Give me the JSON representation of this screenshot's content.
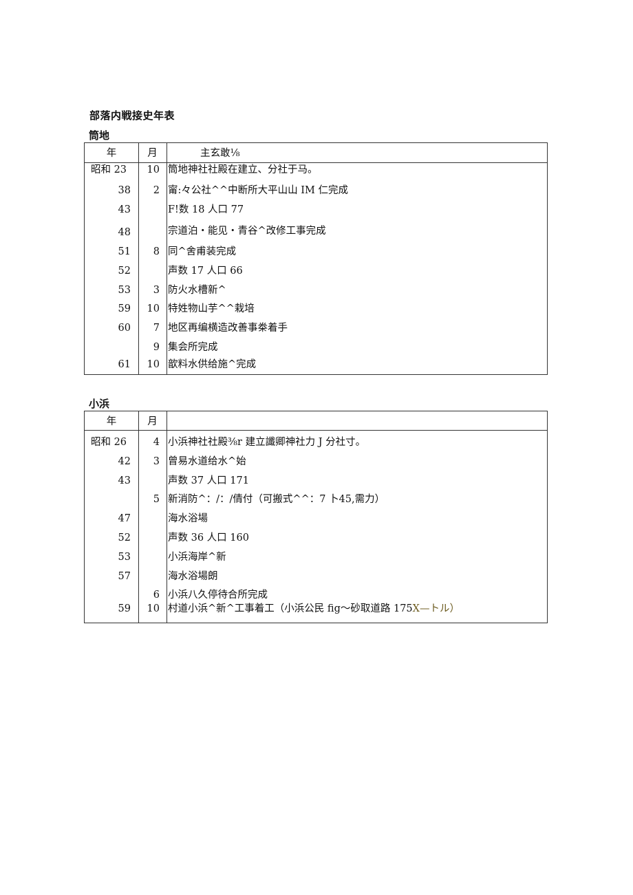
{
  "document": {
    "title": "部落内戦接史年表",
    "colors": {
      "text": "#111111",
      "border": "#333333",
      "accent": "#6b5a1e"
    }
  },
  "sections": [
    {
      "name": "筒地",
      "headers": {
        "year": "年",
        "month": "月",
        "event": "主玄敢⅛"
      },
      "rows": [
        {
          "year": "昭和 23",
          "month": "10",
          "event": "筒地神社社殿在建立、分社于马。"
        },
        {
          "year": "38",
          "month": "2",
          "event": "甯:々公社^^中断所大平山山 IM 仁完成"
        },
        {
          "year": "43",
          "month": "",
          "event": "F!数 18 人口 77"
        },
        {
          "year": "48",
          "month": "",
          "event": "宗道泊・能见・青谷^改修工事完成"
        },
        {
          "year": "51",
          "month": "8",
          "event": "同^舍甫装完成"
        },
        {
          "year": "52",
          "month": "",
          "event": "声数 17 人口 66"
        },
        {
          "year": "53",
          "month": "3",
          "event": "防火水槽新^"
        },
        {
          "year": "59",
          "month": "10",
          "event": "特姓物山芋^^栽培"
        },
        {
          "year": "60",
          "month": "7",
          "event": "地区再编横造改善事桊着手"
        },
        {
          "year": "",
          "month": "9",
          "event": "集会所完成"
        },
        {
          "year": "61",
          "month": "10",
          "event": "歆料水供给施^完成"
        }
      ]
    },
    {
      "name": "小浜",
      "headers": {
        "year": "年",
        "month": "月",
        "event": ""
      },
      "rows": [
        {
          "year": "昭和 26",
          "month": "4",
          "event": "小浜神社社殿⅜r 建立讖卿神社力 J 分社寸。"
        },
        {
          "year": "42",
          "month": "3",
          "event": "曾易水道给水^始"
        },
        {
          "year": "43",
          "month": "",
          "event": "声数 37 人口 171"
        },
        {
          "year": "",
          "month": "5",
          "event": "新消防^：/：/倩付（可搬式^^：7 卜45,需力）"
        },
        {
          "year": "47",
          "month": "",
          "event": "海水浴場"
        },
        {
          "year": "52",
          "month": "",
          "event": "声数 36 人口 160"
        },
        {
          "year": "53",
          "month": "",
          "event": "小浜海岸^新"
        },
        {
          "year": "57",
          "month": "",
          "event": "海水浴場朗"
        },
        {
          "year": "",
          "month": "6",
          "event": "小浜八久停待合所完成"
        },
        {
          "year": "59",
          "month": "10",
          "event": "村道小浜^新^工事着工（小浜公民 fig～砂取道路 175",
          "event_accent": "X—トル）"
        }
      ]
    }
  ]
}
